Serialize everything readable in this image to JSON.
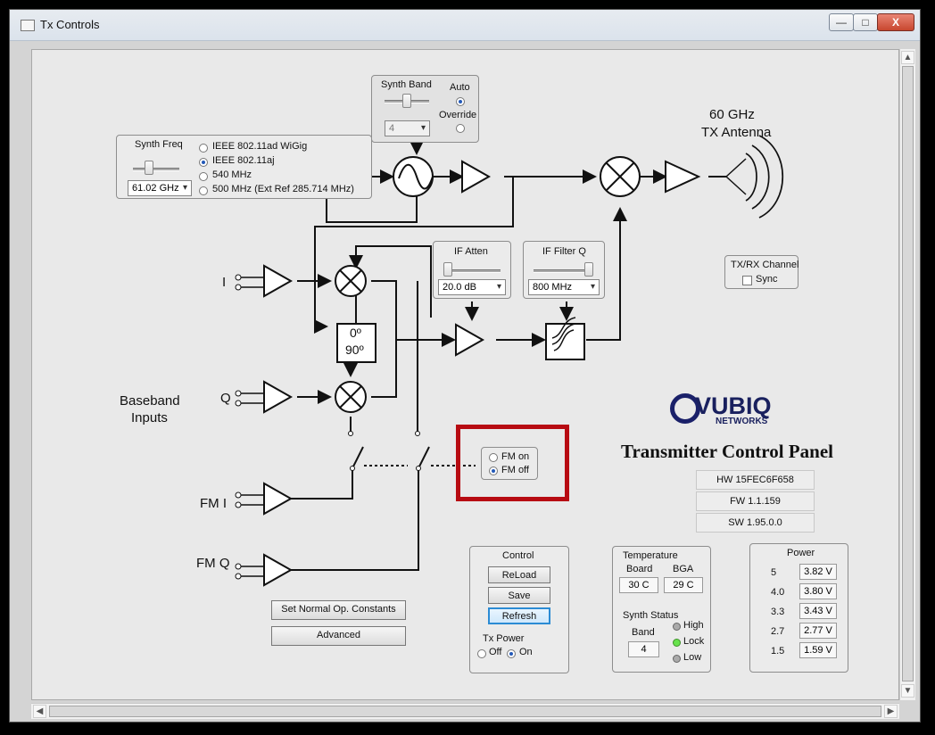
{
  "window": {
    "title": "Tx Controls",
    "minimize_symbol": "—",
    "maximize_symbol": "□",
    "close_symbol": "X"
  },
  "labels": {
    "antenna_line1": "60 GHz",
    "antenna_line2": "TX Antenna",
    "i": "I",
    "q": "Q",
    "baseband_line1": "Baseband",
    "baseband_line2": "Inputs",
    "fm_i": "FM I",
    "fm_q": "FM Q",
    "phase_0": "0º",
    "phase_90": "90º"
  },
  "synth_band": {
    "title": "Synth Band",
    "select_value": "4",
    "auto_label": "Auto",
    "override_label": "Override",
    "selected_mode": "Auto"
  },
  "synth_freq": {
    "title": "Synth Freq",
    "select_value": "61.02 GHz",
    "options": [
      "IEEE 802.11ad WiGig",
      "IEEE 802.11aj",
      "540 MHz",
      "500 MHz (Ext Ref 285.714 MHz)"
    ],
    "selected_index": 1
  },
  "if_atten": {
    "title": "IF Atten",
    "select_value": "20.0 dB"
  },
  "if_filter_q": {
    "title": "IF Filter Q",
    "select_value": "800 MHz"
  },
  "txrx": {
    "title": "TX/RX Channel",
    "sync_label": "Sync"
  },
  "fm_mode": {
    "on_label": "FM on",
    "off_label": "FM off",
    "selected": "FM off"
  },
  "branding": {
    "logo_main": "VUBIQ",
    "logo_sub": "NETWORKS",
    "panel_title": "Transmitter Control Panel",
    "hardware": "HW 15FEC6F658",
    "firmware": "FW 1.1.159",
    "software": "SW 1.95.0.0"
  },
  "buttons": {
    "set_normal": "Set Normal Op. Constants",
    "advanced": "Advanced",
    "reload": "ReLoad",
    "save": "Save",
    "refresh": "Refresh"
  },
  "control": {
    "title": "Control",
    "tx_power_title": "Tx Power",
    "off_label": "Off",
    "on_label": "On",
    "selected": "On"
  },
  "temperature": {
    "title": "Temperature",
    "board_label": "Board",
    "board_value": "30 C",
    "bga_label": "BGA",
    "bga_value": "29 C"
  },
  "synth_status": {
    "title": "Synth Status",
    "band_label": "Band",
    "band_value": "4",
    "high_label": "High",
    "lock_label": "Lock",
    "low_label": "Low",
    "high_color": "#aaaaaa",
    "lock_color": "#68e34d",
    "low_color": "#aaaaaa"
  },
  "power": {
    "title": "Power",
    "rows": [
      {
        "label": "5",
        "value": "3.82 V"
      },
      {
        "label": "4.0",
        "value": "3.80 V"
      },
      {
        "label": "3.3",
        "value": "3.43 V"
      },
      {
        "label": "2.7",
        "value": "2.77 V"
      },
      {
        "label": "1.5",
        "value": "1.59 V"
      }
    ]
  },
  "colors": {
    "highlight": "#b70b12",
    "logo": "#19205e",
    "selected_button": "#2b8bd4"
  },
  "icons": {
    "oscillator": "sine-wave-oscillator-icon",
    "mixer": "mixer-cross-icon",
    "amplifier": "triangle-amplifier-icon",
    "antenna": "radio-wave-antenna-icon",
    "filter": "bandpass-filter-icon"
  }
}
